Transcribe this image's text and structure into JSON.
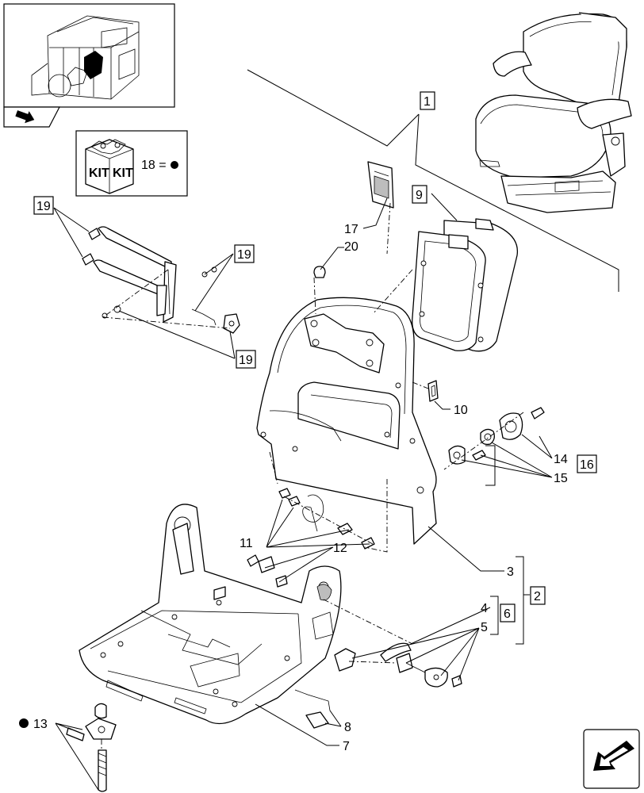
{
  "kit_legend": {
    "kit_word_1": "KIT",
    "kit_word_2": "KIT",
    "kit_note": "18 ="
  },
  "callouts": {
    "c1": "1",
    "c2": "2",
    "c3": "3",
    "c4": "4",
    "c5": "5",
    "c6": "6",
    "c7": "7",
    "c8": "8",
    "c9": "9",
    "c10": "10",
    "c11": "11",
    "c12": "12",
    "c13": "13",
    "c14": "14",
    "c15": "15",
    "c16": "16",
    "c17": "17",
    "c19a": "19",
    "c19b": "19",
    "c19c": "19",
    "c20": "20"
  }
}
